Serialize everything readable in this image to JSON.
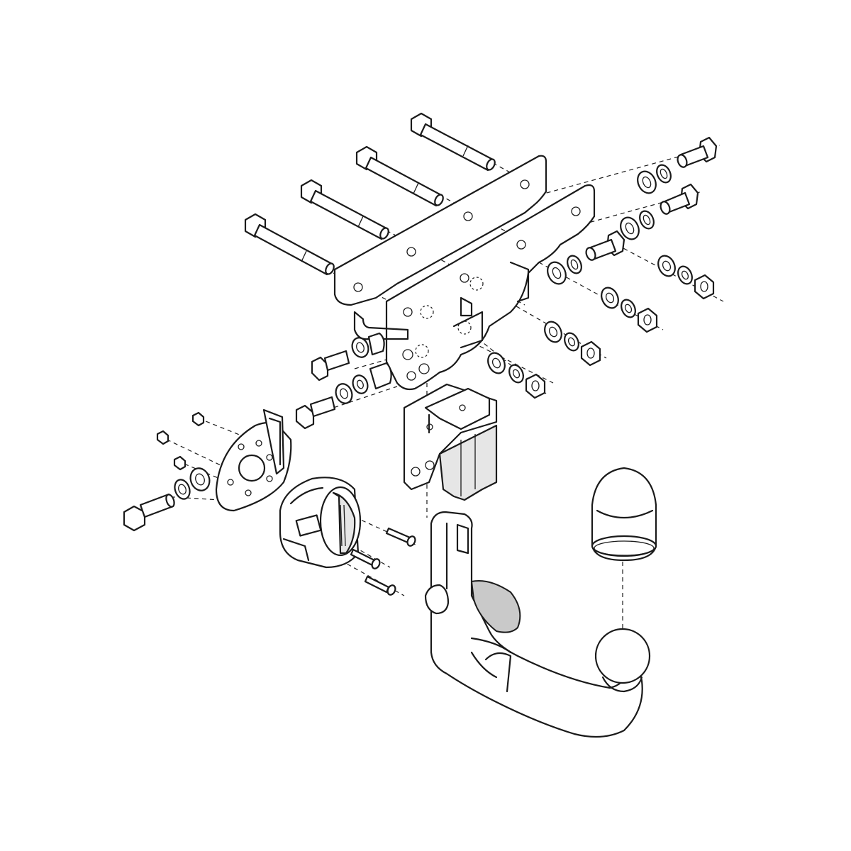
{
  "diagram": {
    "kind": "exploded-assembly",
    "parts": [
      "mounting-crossbar",
      "long-bolt",
      "hex-bolt",
      "flat-washer",
      "spring-washer",
      "hex-nut",
      "spacer-sleeve",
      "vertical-receiver",
      "detachable-tow-ball-neck",
      "tow-ball-cover-cap",
      "socket-mounting-plate",
      "electrical-socket",
      "socket-screw"
    ],
    "colors": {
      "line": "#1a1a1a",
      "fill": "#ffffff",
      "shade": "#e6e6e6"
    }
  }
}
